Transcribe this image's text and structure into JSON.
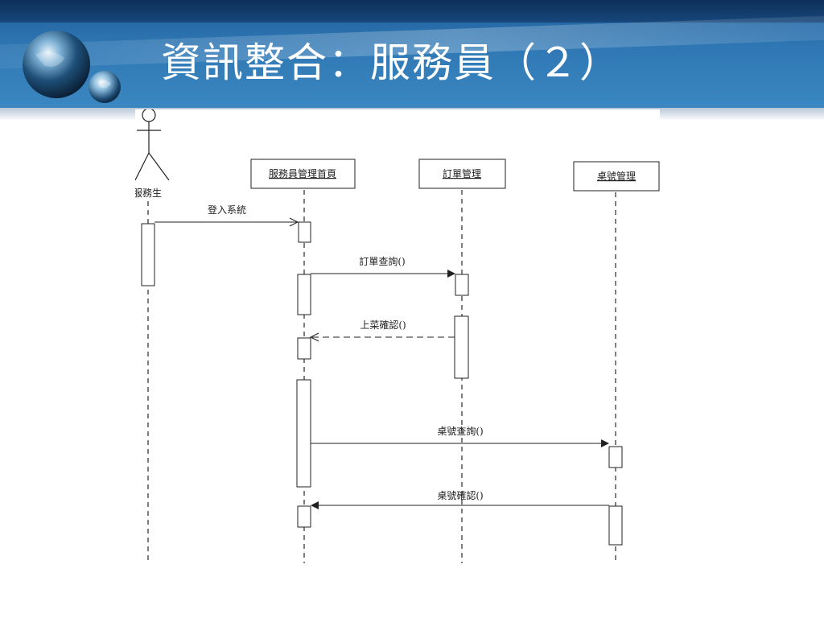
{
  "slide": {
    "title": "資訊整合：服務員（２）"
  },
  "theme": {
    "header_top": "#0d2f59",
    "header_main": "#2f78b5",
    "line_color": "#222222",
    "lifeline_color": "#555555"
  },
  "diagram": {
    "actor": {
      "name": "服務生",
      "icon": "stick-figure-icon"
    },
    "objects": [
      {
        "label": "服務員管理首頁"
      },
      {
        "label": "訂單管理"
      },
      {
        "label": "桌號管理"
      }
    ],
    "messages": [
      {
        "label": "登入系統",
        "style": "sync-open-arrow"
      },
      {
        "label": "訂單查詢()",
        "style": "sync"
      },
      {
        "label": "上菜確認()",
        "style": "return-dashed"
      },
      {
        "label": "桌號查詢()",
        "style": "sync"
      },
      {
        "label": "桌號確認()",
        "style": "return"
      }
    ]
  }
}
